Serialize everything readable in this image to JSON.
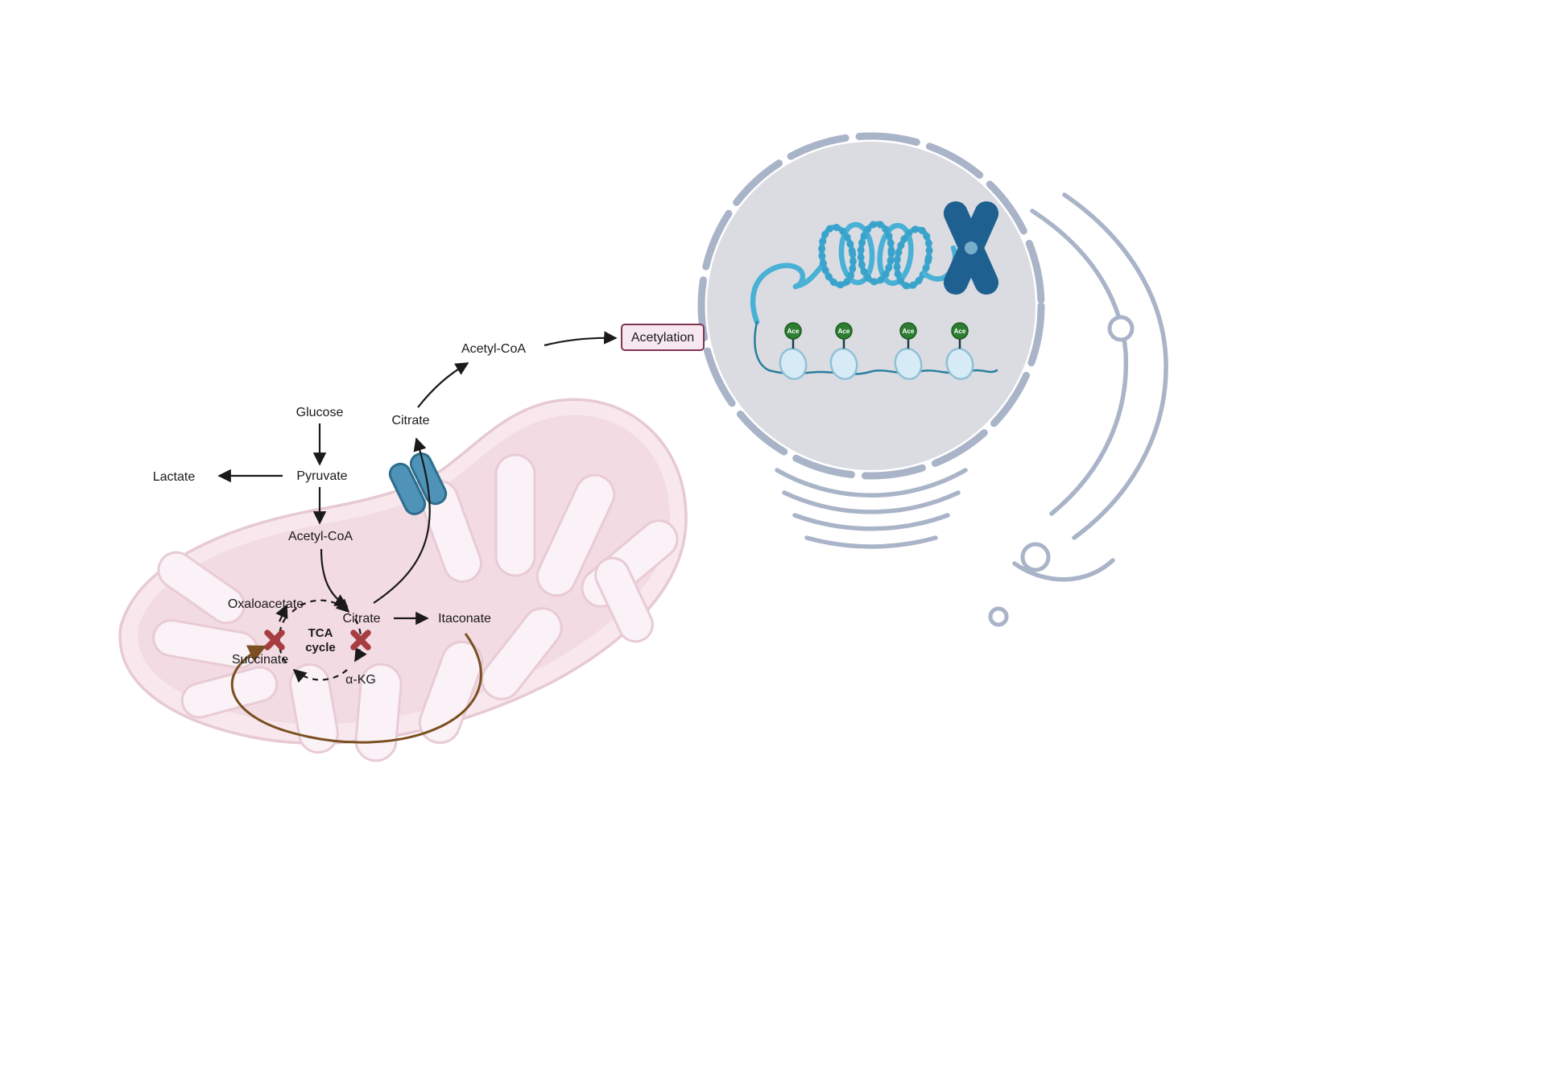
{
  "diagram": {
    "mitochondrion": {
      "glucose": "Glucose",
      "pyruvate": "Pyruvate",
      "lactate": "Lactate",
      "acetyl_coa": "Acetyl-CoA",
      "citrate": "Citrate",
      "itaconate": "Itaconate",
      "oxaloacetate": "Oxaloacetate",
      "succinate": "Succinate",
      "alpha_kg": "α-KG",
      "tca_line1": "TCA",
      "tca_line2": "cycle"
    },
    "cytosol": {
      "citrate": "Citrate",
      "acetyl_coa": "Acetyl-CoA"
    },
    "nucleus": {
      "acetylation": "Acetylation",
      "ace": "Ace"
    },
    "colors": {
      "glucose_text": "#3d4d82",
      "label_text": "#1a1a1a",
      "mito_outer_fill": "#f8e8ee",
      "mito_outer_border": "#e7c9d4",
      "mito_matrix": "#f3dbe3",
      "cristae_fill": "#faf2f6",
      "block_x": "#a63d40",
      "itaconate_feedback_arrow": "#7a4f21",
      "transporter_fill": "#4f93b8",
      "transporter_border": "#2d6e8d",
      "acetylation_fill": "#f7e8f0",
      "acetylation_border": "#7d3558",
      "nucleus_fill": "#dbdce1",
      "nuclear_envelope": "#aab4c8",
      "chromatin_blue": "#49b0d6",
      "chromosome_blue": "#1e6090",
      "nucleosome_fill": "#d6ebf5",
      "ace_green": "#2e7d32",
      "er_membrane": "#aab4c8"
    }
  }
}
